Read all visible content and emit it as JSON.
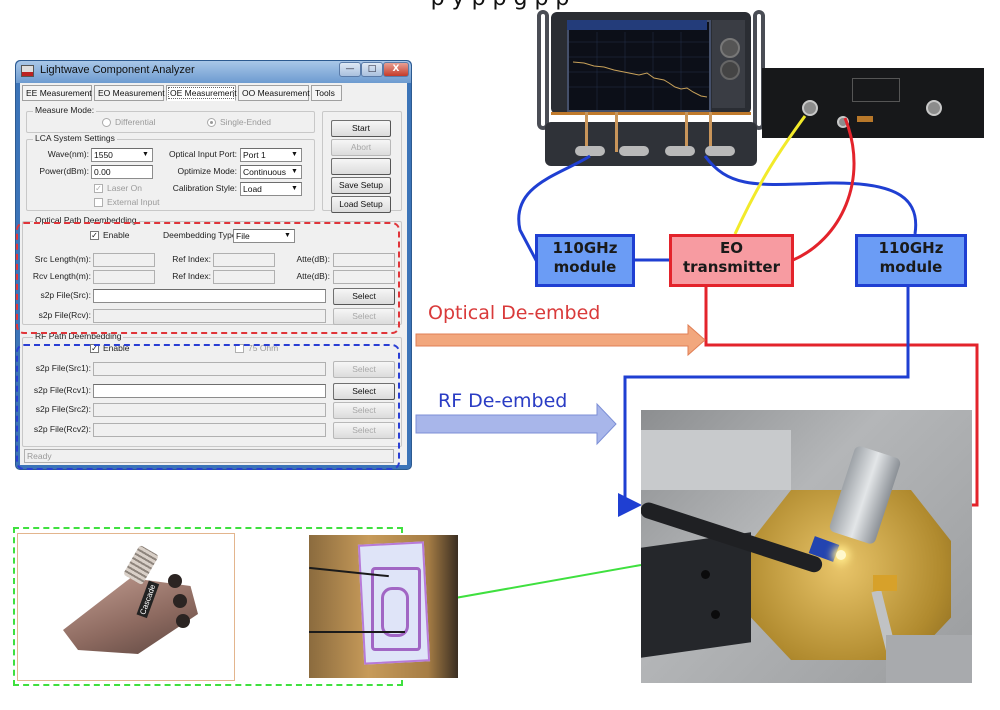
{
  "page_title_fragment": "p    y    p     p              g              p         p",
  "window": {
    "title": "Lightwave Component Analyzer",
    "controls": {
      "minimize": "—",
      "maximize": "□",
      "close": "X"
    },
    "tabs": [
      "EE Measurement",
      "EO Measurement",
      "OE Measurement",
      "OO Measurement",
      "Tools"
    ],
    "selected_tab": "OE Measurement",
    "measure_mode": {
      "label": "Measure Mode:",
      "options": [
        "Differential",
        "Single-Ended"
      ],
      "selected": "Single-Ended"
    },
    "lca_settings": {
      "label": "LCA System Settings",
      "wave_label": "Wave(nm):",
      "wave_value": "1550",
      "power_label": "Power(dBm):",
      "power_value": "0.00",
      "laser_on_label": "Laser On",
      "external_input_label": "External Input",
      "optical_input_port_label": "Optical Input Port:",
      "optical_input_port_value": "Port 1",
      "optimize_mode_label": "Optimize Mode:",
      "optimize_mode_value": "Continuous",
      "calibration_style_label": "Calibration Style:",
      "calibration_style_value": "Load"
    },
    "side_buttons": {
      "start": "Start",
      "abort": "Abort",
      "blank": "",
      "save_setup": "Save Setup",
      "load_setup": "Load Setup"
    },
    "optical_deembed": {
      "label": "Optical Path Deembedding",
      "enable_label": "Enable",
      "type_label": "Deembedding Type",
      "type_value": "File",
      "src_length_label": "Src Length(m):",
      "rcv_length_label": "Rcv Length(m):",
      "ref_index_label": "Ref Index:",
      "atte_label": "Atte(dB):",
      "s2p_src_label": "s2p File(Src):",
      "s2p_rcv_label": "s2p File(Rcv):",
      "select_label": "Select"
    },
    "rf_deembed": {
      "label": "RF Path Deembedding",
      "enable_label": "Enable",
      "ohm_label": "75 Ohm",
      "rows": [
        {
          "label": "s2p File(Src1):",
          "enabled": false
        },
        {
          "label": "s2p File(Rcv1):",
          "enabled": true
        },
        {
          "label": "s2p File(Src2):",
          "enabled": false
        },
        {
          "label": "s2p File(Rcv2):",
          "enabled": false
        }
      ],
      "select_label": "Select"
    },
    "status": "Ready"
  },
  "diagram": {
    "left_module": "110GHz\nmodule",
    "left_module_l1": "110GHz",
    "left_module_l2": "module",
    "eo_l1": "EO",
    "eo_l2": "transmitter",
    "right_module_l1": "110GHz",
    "right_module_l2": "module",
    "optical_arrow_label": "Optical De-embed",
    "rf_arrow_label": "RF De-embed",
    "probe_brand": "Cascade",
    "colors": {
      "blue_box": "#6b9cf5",
      "blue_line": "#1f3fd2",
      "red_box": "#f79ba1",
      "red_line": "#e3232b",
      "optical_arrow": "#f2a77d",
      "rf_arrow": "#a8b6ea",
      "green": "#3fe03f",
      "yellow": "#f2ea2a"
    }
  }
}
